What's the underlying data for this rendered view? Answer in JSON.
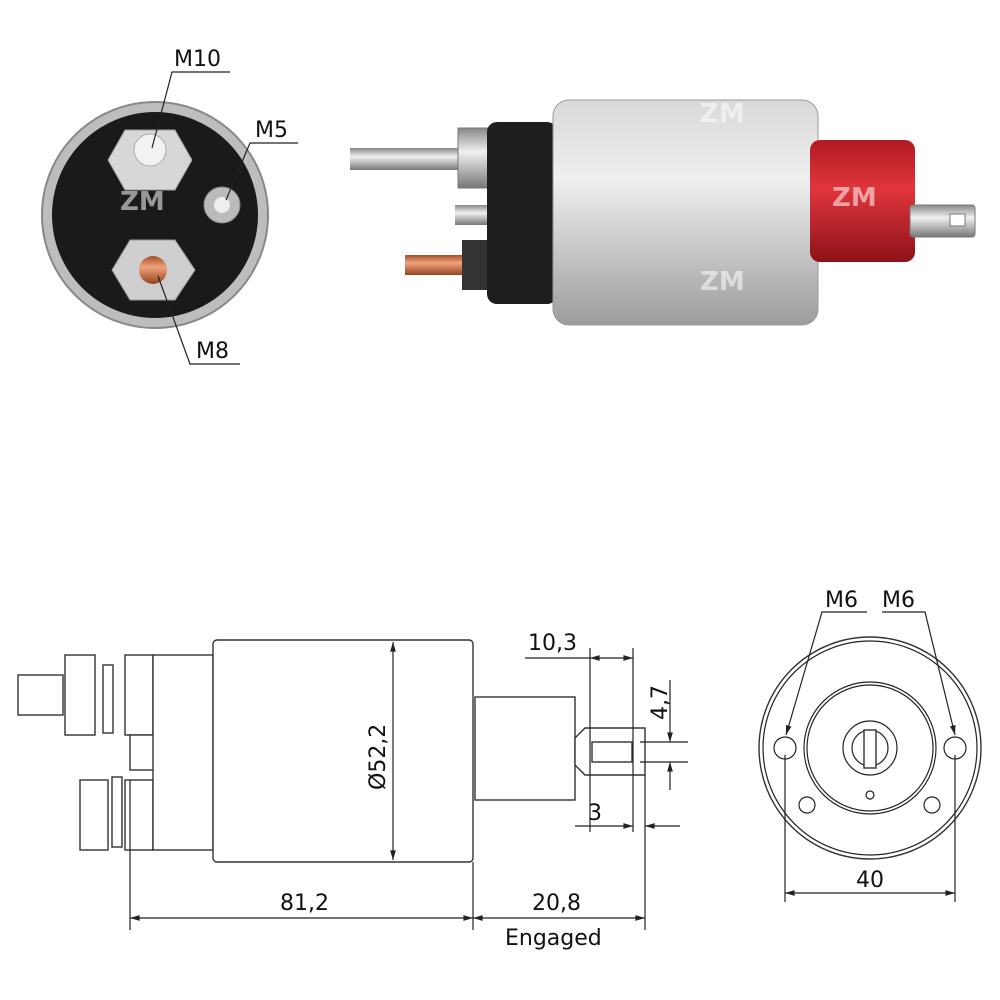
{
  "watermark": "ZM",
  "photo_end": {
    "labels": {
      "m10": "M10",
      "m5": "M5",
      "m8": "M8"
    }
  },
  "drawing_side": {
    "dims": {
      "offset": "10,3",
      "tab": "4,7",
      "tip": "3",
      "diameter": "Ø52,2",
      "length": "81,2",
      "stroke": "20,8",
      "stroke_note": "Engaged"
    }
  },
  "drawing_end": {
    "labels": {
      "left_hole": "M6",
      "right_hole": "M6",
      "spacing": "40"
    }
  },
  "colors": {
    "red_cap": "#d8262e",
    "copper": "#d9794d",
    "body": "#c4c4c4"
  }
}
